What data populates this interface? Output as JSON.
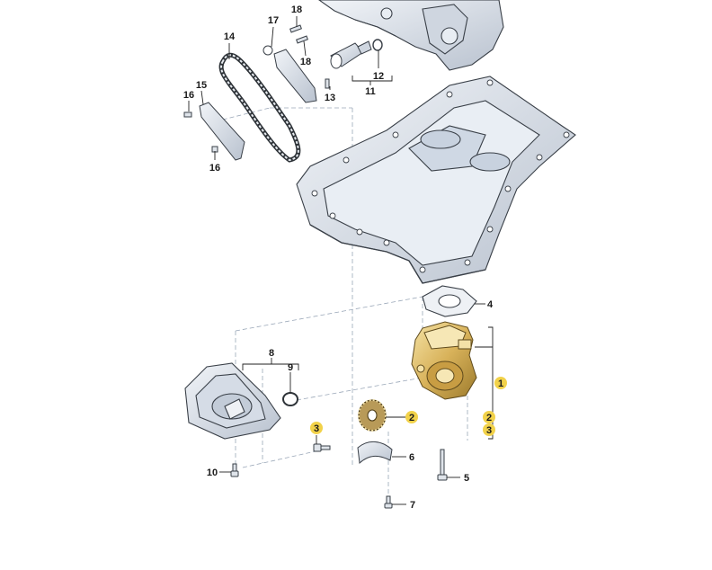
{
  "diagram": {
    "callouts": {
      "c1": "1",
      "c2a": "2",
      "c2b": "2",
      "c3a": "3",
      "c3b": "3",
      "c4": "4",
      "c5": "5",
      "c6": "6",
      "c7": "7",
      "c8": "8",
      "c9": "9",
      "c10": "10",
      "c11": "11",
      "c12": "12",
      "c13": "13",
      "c14": "14",
      "c15": "15",
      "c16a": "16",
      "c16b": "16",
      "c17": "17",
      "c18a": "18",
      "c18b": "18"
    },
    "colors": {
      "highlight": "#f2d24a",
      "part_fill": "#dde3ec",
      "part_stroke": "#3a4048",
      "pump_gold": "#d8b25a",
      "leader": "#222222",
      "dash": "#9aa7b8"
    }
  }
}
